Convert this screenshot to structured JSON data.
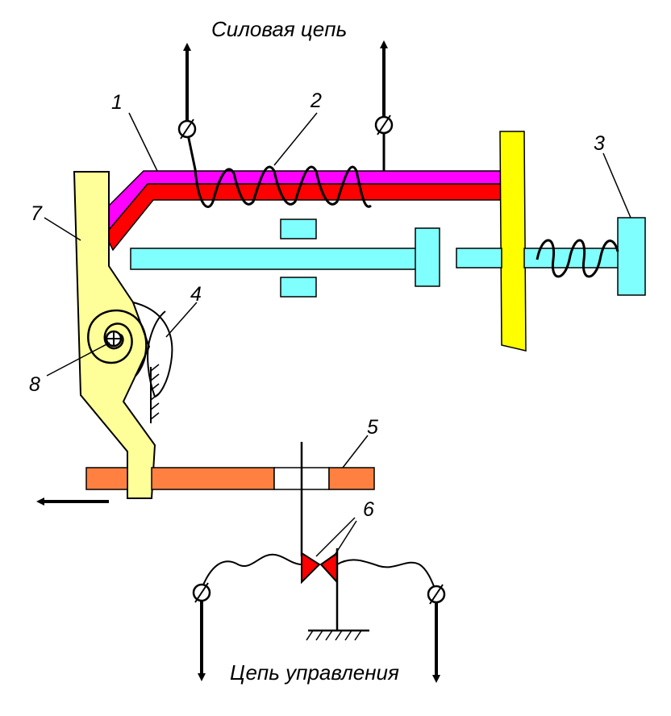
{
  "labels": {
    "power_circuit": "Силовая цепь",
    "control_circuit": "Цепь управления"
  },
  "callouts": {
    "n1": "1",
    "n2": "2",
    "n3": "3",
    "n4": "4",
    "n5": "5",
    "n6": "6",
    "n7": "7",
    "n8": "8"
  },
  "colors": {
    "lever": "#ffff00",
    "upper_bimetal": "#ff00ff",
    "lower_bimetal": "#ff0000",
    "plunger": "#80ffff",
    "rod": "#ff8040",
    "contact": "#ff0000",
    "stroke": "#000000"
  }
}
